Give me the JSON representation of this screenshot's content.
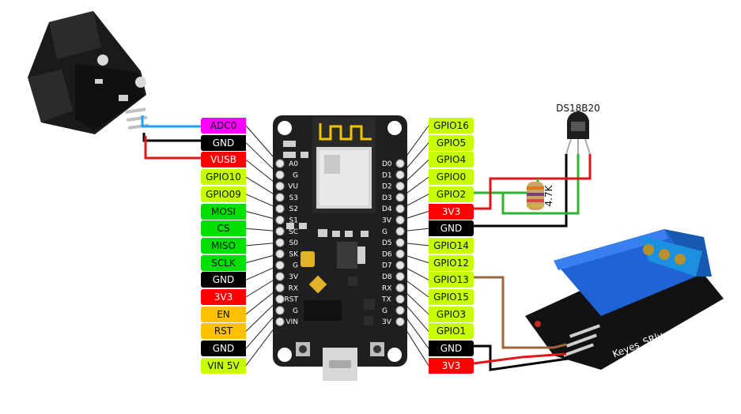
{
  "title": "DS18B20",
  "resistor_label": "4.7K",
  "relay_label": "Keyes_SRly",
  "colors": {
    "gpio": "#c8ff00",
    "ground": "#000000",
    "power": "#ff0000",
    "adc": "#ff00ff",
    "spi": "#00e000",
    "control": "#ffc000",
    "wire_red": "#e0161b",
    "wire_black": "#000000",
    "wire_blue": "#1ea0ff",
    "wire_green": "#2db52d",
    "wire_brown": "#a0633a"
  },
  "left_pins": [
    {
      "label": "ADC0",
      "kind": "adc"
    },
    {
      "label": "GND",
      "kind": "ground"
    },
    {
      "label": "VUSB",
      "kind": "power"
    },
    {
      "label": "GPIO10",
      "kind": "gpio"
    },
    {
      "label": "GPIO09",
      "kind": "gpio"
    },
    {
      "label": "MOSI",
      "kind": "spi"
    },
    {
      "label": "CS",
      "kind": "spi"
    },
    {
      "label": "MISO",
      "kind": "spi"
    },
    {
      "label": "SCLK",
      "kind": "spi"
    },
    {
      "label": "GND",
      "kind": "ground"
    },
    {
      "label": "3V3",
      "kind": "power"
    },
    {
      "label": "EN",
      "kind": "control"
    },
    {
      "label": "RST",
      "kind": "control"
    },
    {
      "label": "GND",
      "kind": "ground"
    },
    {
      "label": "VIN 5V",
      "kind": "gpio"
    }
  ],
  "right_pins": [
    {
      "label": "GPIO16",
      "kind": "gpio"
    },
    {
      "label": "GPIO5",
      "kind": "gpio"
    },
    {
      "label": "GPIO4",
      "kind": "gpio"
    },
    {
      "label": "GPIO0",
      "kind": "gpio"
    },
    {
      "label": "GPIO2",
      "kind": "gpio"
    },
    {
      "label": "3V3",
      "kind": "power"
    },
    {
      "label": "GND",
      "kind": "ground"
    },
    {
      "label": "GPIO14",
      "kind": "gpio"
    },
    {
      "label": "GPIO12",
      "kind": "gpio"
    },
    {
      "label": "GPIO13",
      "kind": "gpio"
    },
    {
      "label": "GPIO15",
      "kind": "gpio"
    },
    {
      "label": "GPIO3",
      "kind": "gpio"
    },
    {
      "label": "GPIO1",
      "kind": "gpio"
    },
    {
      "label": "GND",
      "kind": "ground"
    },
    {
      "label": "3V3",
      "kind": "power"
    }
  ],
  "board_left_silk": [
    "A0",
    "G",
    "VU",
    "S3",
    "S2",
    "S1",
    "SC",
    "S0",
    "SK",
    "G",
    "3V",
    "RX",
    "RST",
    "G",
    "VIN"
  ],
  "board_right_silk": [
    "D0",
    "D1",
    "D2",
    "D3",
    "D4",
    "3V",
    "G",
    "D5",
    "D6",
    "D7",
    "D8",
    "RX",
    "TX",
    "G",
    "3V"
  ]
}
